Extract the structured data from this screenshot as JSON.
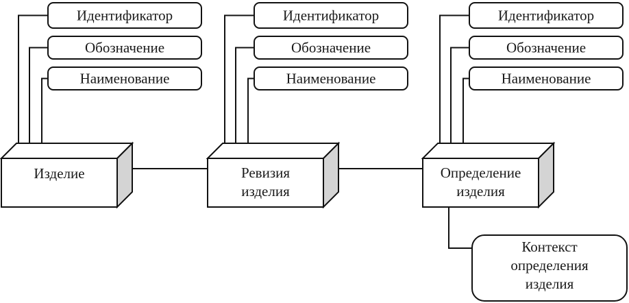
{
  "diagram": {
    "entities": [
      {
        "id": "product",
        "lines": [
          "Изделие"
        ]
      },
      {
        "id": "product-revision",
        "lines": [
          "Ревизия",
          "изделия"
        ]
      },
      {
        "id": "product-definition",
        "lines": [
          "Определение",
          "изделия"
        ]
      }
    ],
    "attributes": [
      "Идентификатор",
      "Обозначение",
      "Наименование"
    ],
    "context": {
      "lines": [
        "Контекст",
        "определения",
        "изделия"
      ]
    },
    "connections": [
      {
        "from": "product",
        "to": "product-revision"
      },
      {
        "from": "product-revision",
        "to": "product-definition"
      },
      {
        "from": "product-definition",
        "to": "context"
      }
    ],
    "colors": {
      "line": "#111111",
      "side_face": "#d4d4d4",
      "background": "#ffffff"
    }
  }
}
